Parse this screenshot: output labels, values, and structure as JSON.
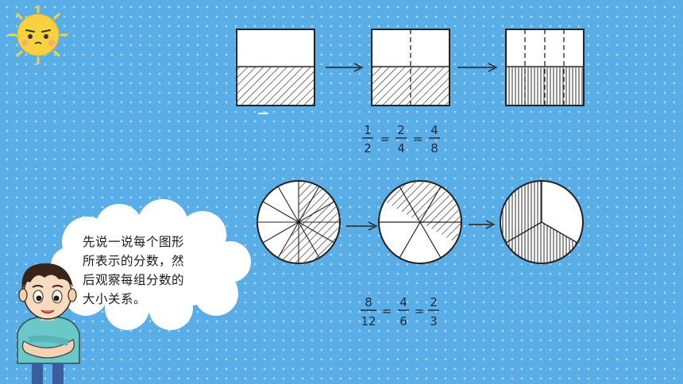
{
  "instruction": {
    "lines": [
      "先说一说每个图形",
      "所表示的分数，然",
      "后观察每组分数的",
      "大小关系。"
    ]
  },
  "equations": [
    {
      "fractions": [
        {
          "numerator": "1",
          "denominator": "2"
        },
        {
          "numerator": "2",
          "denominator": "4"
        },
        {
          "numerator": "4",
          "denominator": "8"
        }
      ],
      "separator": "="
    },
    {
      "fractions": [
        {
          "numerator": "8",
          "denominator": "12"
        },
        {
          "numerator": "4",
          "denominator": "6"
        },
        {
          "numerator": "2",
          "denominator": "3"
        }
      ],
      "separator": "="
    }
  ],
  "colors": {
    "background": "#5aaee8",
    "sun": "#f7d23e",
    "cloud": "#ffffff",
    "ink": "#1e2a38"
  }
}
